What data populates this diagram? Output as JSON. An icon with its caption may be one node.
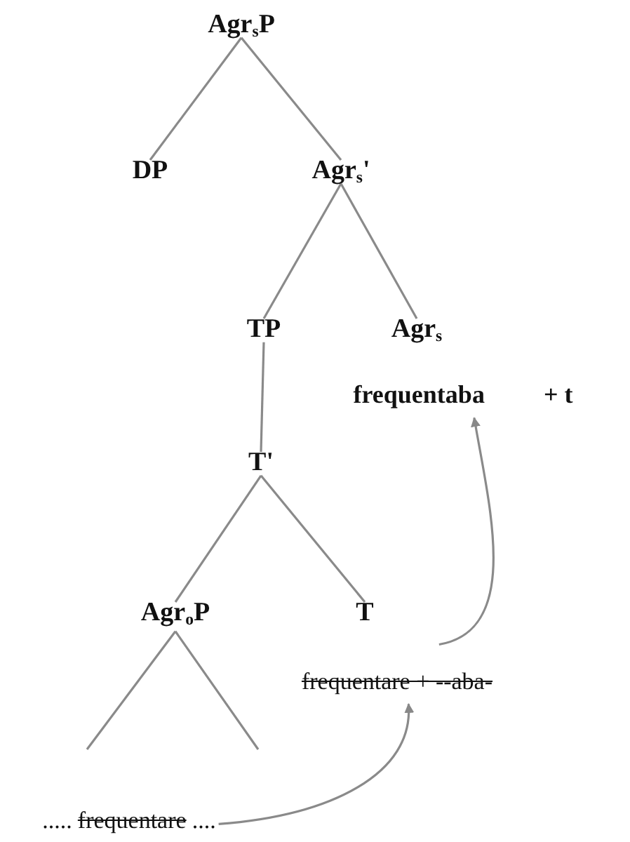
{
  "diagram": {
    "nodes": [
      {
        "text": [
          "Agr$_{s}$P"
        ]
      },
      {
        "text": [
          "DP"
        ]
      },
      {
        "text": [
          "Agr$_{s}$'"
        ]
      },
      {
        "text": [
          "TP"
        ]
      },
      {
        "text": [
          "Agr$_{s}$"
        ]
      },
      {
        "text": [
          "frequentaba",
          "+ t"
        ]
      },
      {
        "text": [
          "T'"
        ]
      },
      {
        "text": [
          "Agr$_{o}$P"
        ]
      },
      {
        "text": [
          "T"
        ]
      },
      {
        "text": [
          "frequentare + --aba-"
        ]
      },
      {
        "text": [
          ".....",
          "frequentare",
          "...."
        ]
      }
    ],
    "edges": [
      {
        "from": 0,
        "to": 1,
        "arrow": "none"
      },
      {
        "from": 0,
        "to": 2,
        "arrow": "none"
      },
      {
        "from": 2,
        "to": 3,
        "arrow": "none"
      },
      {
        "from": 2,
        "to": 4,
        "arrow": "none"
      },
      {
        "from": 3,
        "to": 6,
        "arrow": "none"
      },
      {
        "from": 6,
        "to": 7,
        "arrow": "none"
      },
      {
        "from": 6,
        "to": 8,
        "arrow": "none"
      },
      {
        "from": 7,
        "to": null,
        "arrow": "none"
      },
      {
        "from": 7,
        "to": null,
        "arrow": "none"
      },
      {
        "from": 10,
        "to": 9,
        "arrow": "to"
      },
      {
        "from": 9,
        "to": 5,
        "arrow": "to"
      }
    ]
  }
}
